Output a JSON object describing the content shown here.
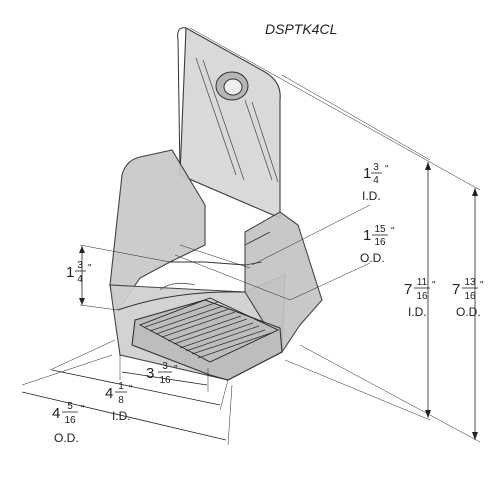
{
  "title": "DSPTK4CL",
  "dimensions": {
    "back_top_id": {
      "whole": "1",
      "num": "3",
      "den": "4",
      "quote": "\"",
      "label": "I.D."
    },
    "back_top_od": {
      "whole": "1",
      "num": "15",
      "den": "16",
      "quote": "\"",
      "label": "O.D."
    },
    "front_height": {
      "whole": "1",
      "num": "3",
      "den": "4",
      "quote": "\""
    },
    "height_id": {
      "whole": "7",
      "num": "11",
      "den": "16",
      "quote": "\"",
      "label": "I.D."
    },
    "height_od": {
      "whole": "7",
      "num": "13",
      "den": "16",
      "quote": "\"",
      "label": "O.D."
    },
    "depth_inner": {
      "whole": "3",
      "num": "3",
      "den": "16",
      "quote": "\""
    },
    "width_id": {
      "whole": "4",
      "num": "1",
      "den": "8",
      "quote": "\"",
      "label": "I.D."
    },
    "width_od": {
      "whole": "4",
      "num": "5",
      "den": "16",
      "quote": "\"",
      "label": "O.D."
    }
  }
}
